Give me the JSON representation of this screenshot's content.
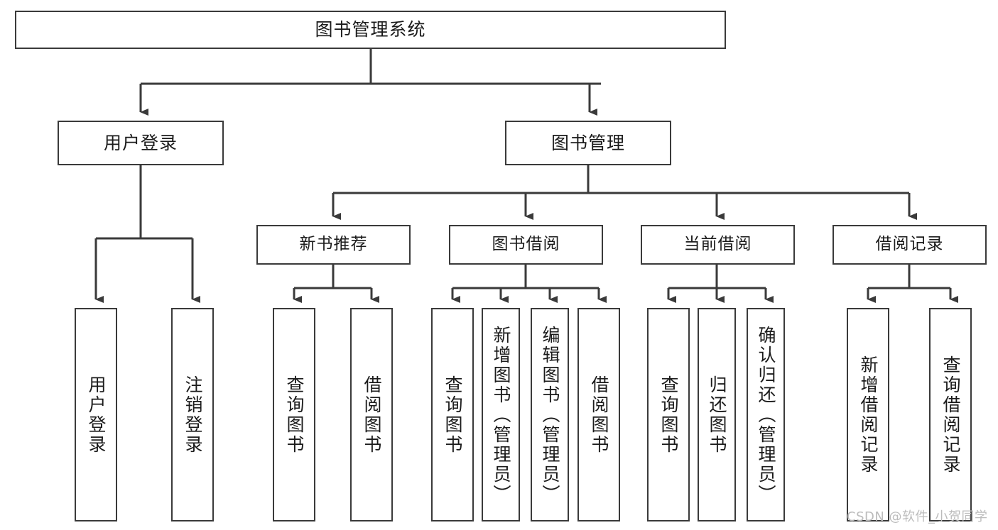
{
  "diagram": {
    "title": "图书管理系统",
    "type": "tree",
    "watermark": "CSDN @软件_小贺同学",
    "colors": {
      "background": "#ffffff",
      "box_border": "#3a3a3a",
      "edge": "#3a3a3a",
      "text": "#1b1b1b",
      "watermark": "#bcbcbc"
    },
    "nodes": {
      "root": {
        "label": "图书管理系统"
      },
      "level2": [
        {
          "label": "用户登录"
        },
        {
          "label": "图书管理"
        }
      ],
      "level3": [
        {
          "label": "新书推荐"
        },
        {
          "label": "图书借阅"
        },
        {
          "label": "当前借阅"
        },
        {
          "label": "借阅记录"
        }
      ],
      "leaves": {
        "user_login": [
          {
            "label": "用户登录"
          },
          {
            "label": "注销登录"
          }
        ],
        "new_book_recommend": [
          {
            "label": "查询图书"
          },
          {
            "label": "借阅图书"
          }
        ],
        "book_borrow": [
          {
            "label": "查询图书"
          },
          {
            "label": "新增图书（管理员）"
          },
          {
            "label": "编辑图书（管理员）"
          },
          {
            "label": "借阅图书"
          }
        ],
        "current_borrow": [
          {
            "label": "查询图书"
          },
          {
            "label": "归还图书"
          },
          {
            "label": "确认归还（管理员）"
          }
        ],
        "borrow_records": [
          {
            "label": "新增借阅记录"
          },
          {
            "label": "查询借阅记录"
          }
        ]
      }
    }
  }
}
